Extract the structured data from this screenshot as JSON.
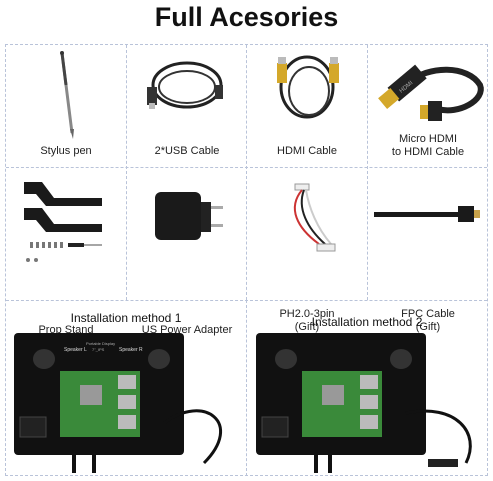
{
  "title": "Full Acesories",
  "items": [
    {
      "label": "Stylus pen"
    },
    {
      "label": "2*USB Cable"
    },
    {
      "label": "HDMI Cable"
    },
    {
      "label": "Micro HDMI\nto HDMI Cable"
    },
    {
      "label": "Prop Stand"
    },
    {
      "label": "US Power Adapter"
    },
    {
      "label": "PH2.0-3pin\n(Gift)"
    },
    {
      "label": "FPC Cable\n(Gift)"
    }
  ],
  "installation": [
    {
      "label": "Installation method 1"
    },
    {
      "label": "Installation method 2"
    }
  ],
  "hdmi_brand_text": "HDMI",
  "board_text": {
    "speaker_left": "Speaker L",
    "speaker_right": "Speaker R",
    "board_name": "Portable Display",
    "model": "7\"_IPS"
  }
}
